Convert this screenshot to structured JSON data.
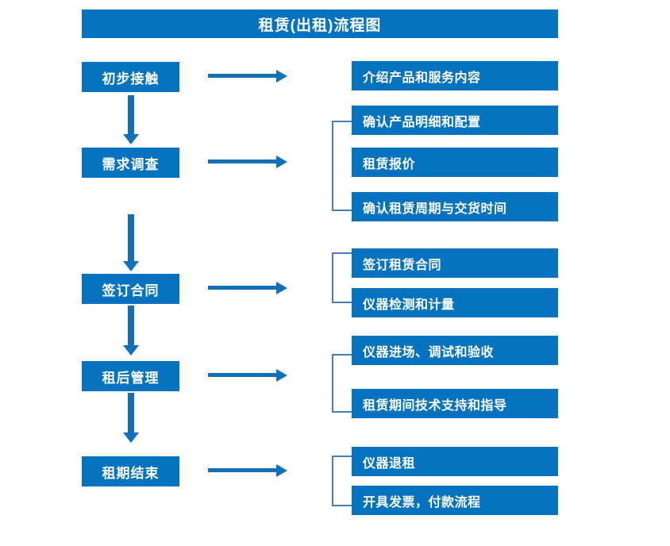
{
  "title": "租赁(出租)流程图",
  "theme": {
    "box_fill": "#0673C1",
    "box_text": "#FFFFFF",
    "arrow": "#1071B8",
    "bracket": "#4A7EBB",
    "background": "#FFFFFF"
  },
  "stages": [
    {
      "label": "初步接触",
      "details": [
        "介绍产品和服务内容"
      ]
    },
    {
      "label": "需求调查",
      "details": [
        "确认产品明细和配置",
        "租赁报价",
        "确认租赁周期与交货时间"
      ]
    },
    {
      "label": "签订合同",
      "details": [
        "签订租赁合同",
        "仪器检测和计量"
      ]
    },
    {
      "label": "租后管理",
      "details": [
        "仪器进场、调试和验收",
        "租赁期间技术支持和指导"
      ]
    },
    {
      "label": "租期结束",
      "details": [
        "仪器退租",
        "开具发票，付款流程"
      ]
    }
  ]
}
